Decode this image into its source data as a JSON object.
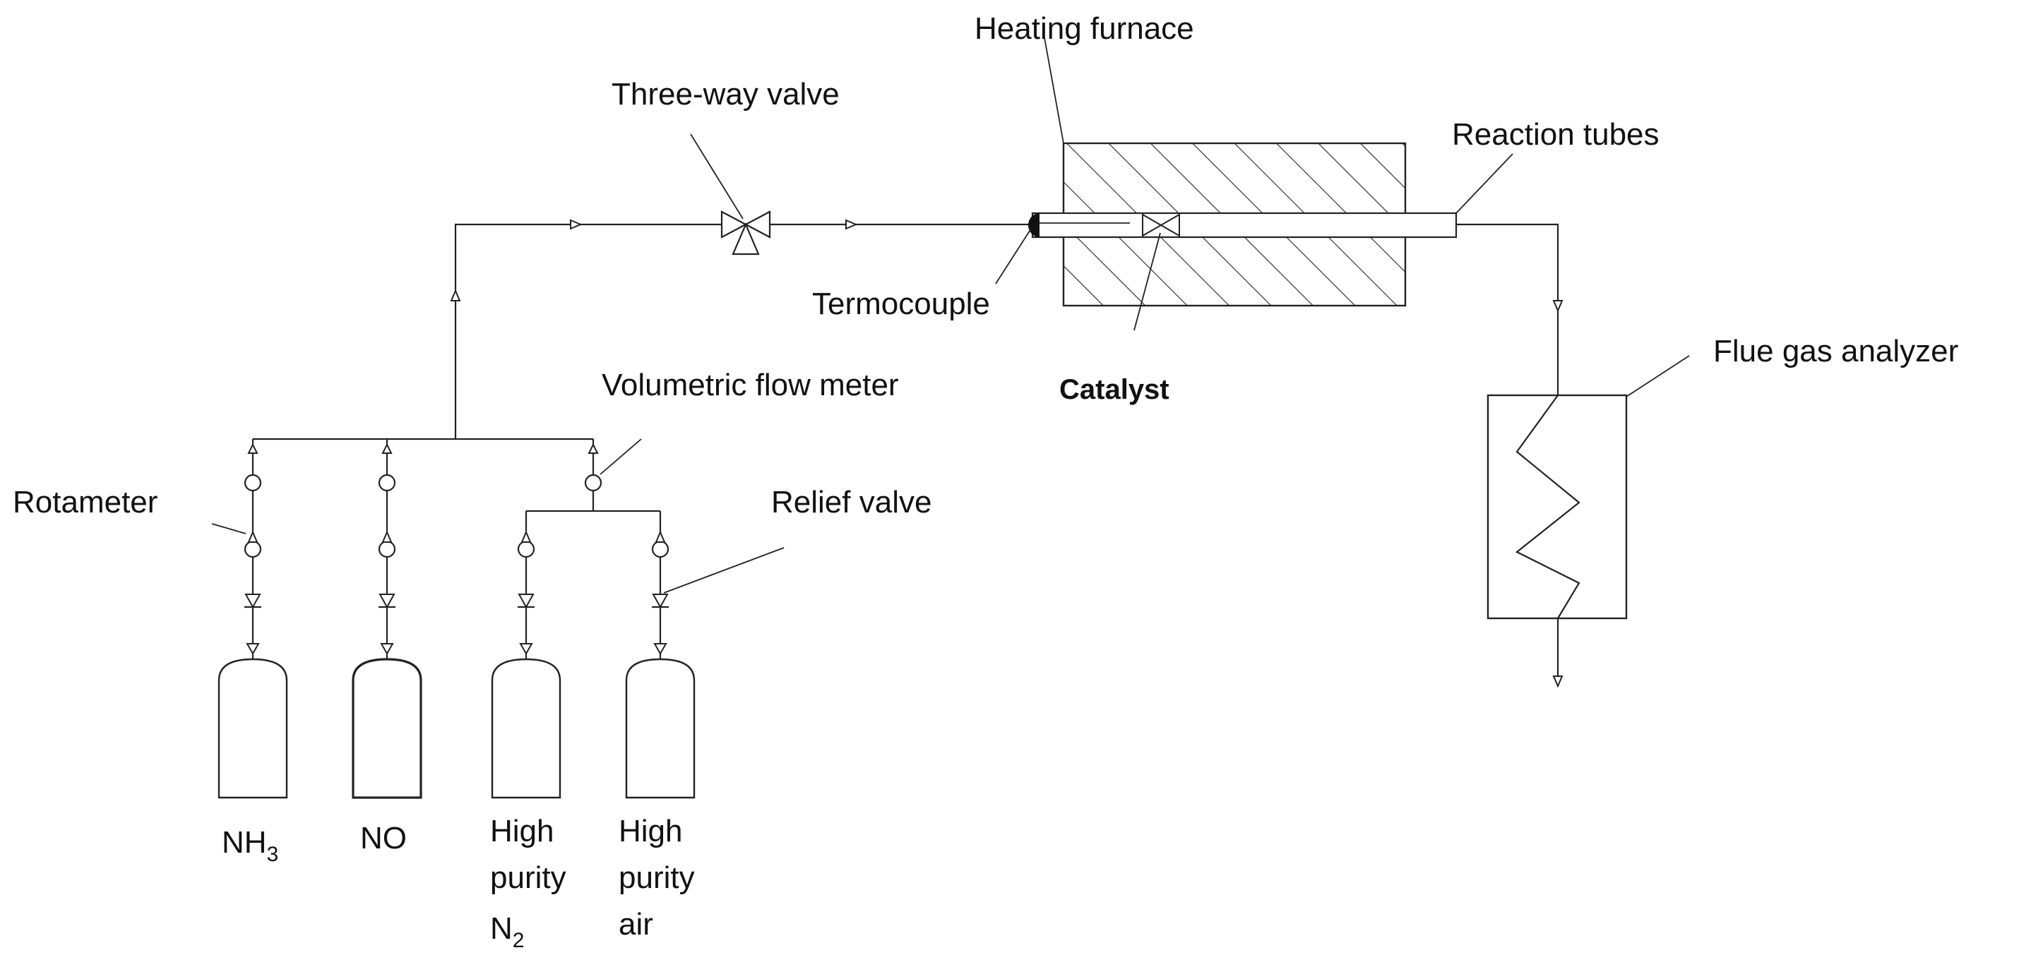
{
  "labels": {
    "heating_furnace": "Heating furnace",
    "three_way_valve": "Three-way valve",
    "reaction_tubes": "Reaction tubes",
    "termocouple": "Termocouple",
    "catalyst": "Catalyst",
    "flue_gas_analyzer": "Flue gas analyzer",
    "volumetric_flow_meter": "Volumetric flow meter",
    "rotameter": "Rotameter",
    "relief_valve": "Relief valve"
  },
  "cylinders": {
    "nh3": {
      "main": "NH",
      "sub": "3"
    },
    "no": {
      "main": "NO"
    },
    "n2": {
      "line1": "High",
      "line2": "purity",
      "main": "N",
      "sub": "2"
    },
    "air": {
      "line1": "High",
      "line2": "purity",
      "line3": "air"
    }
  }
}
